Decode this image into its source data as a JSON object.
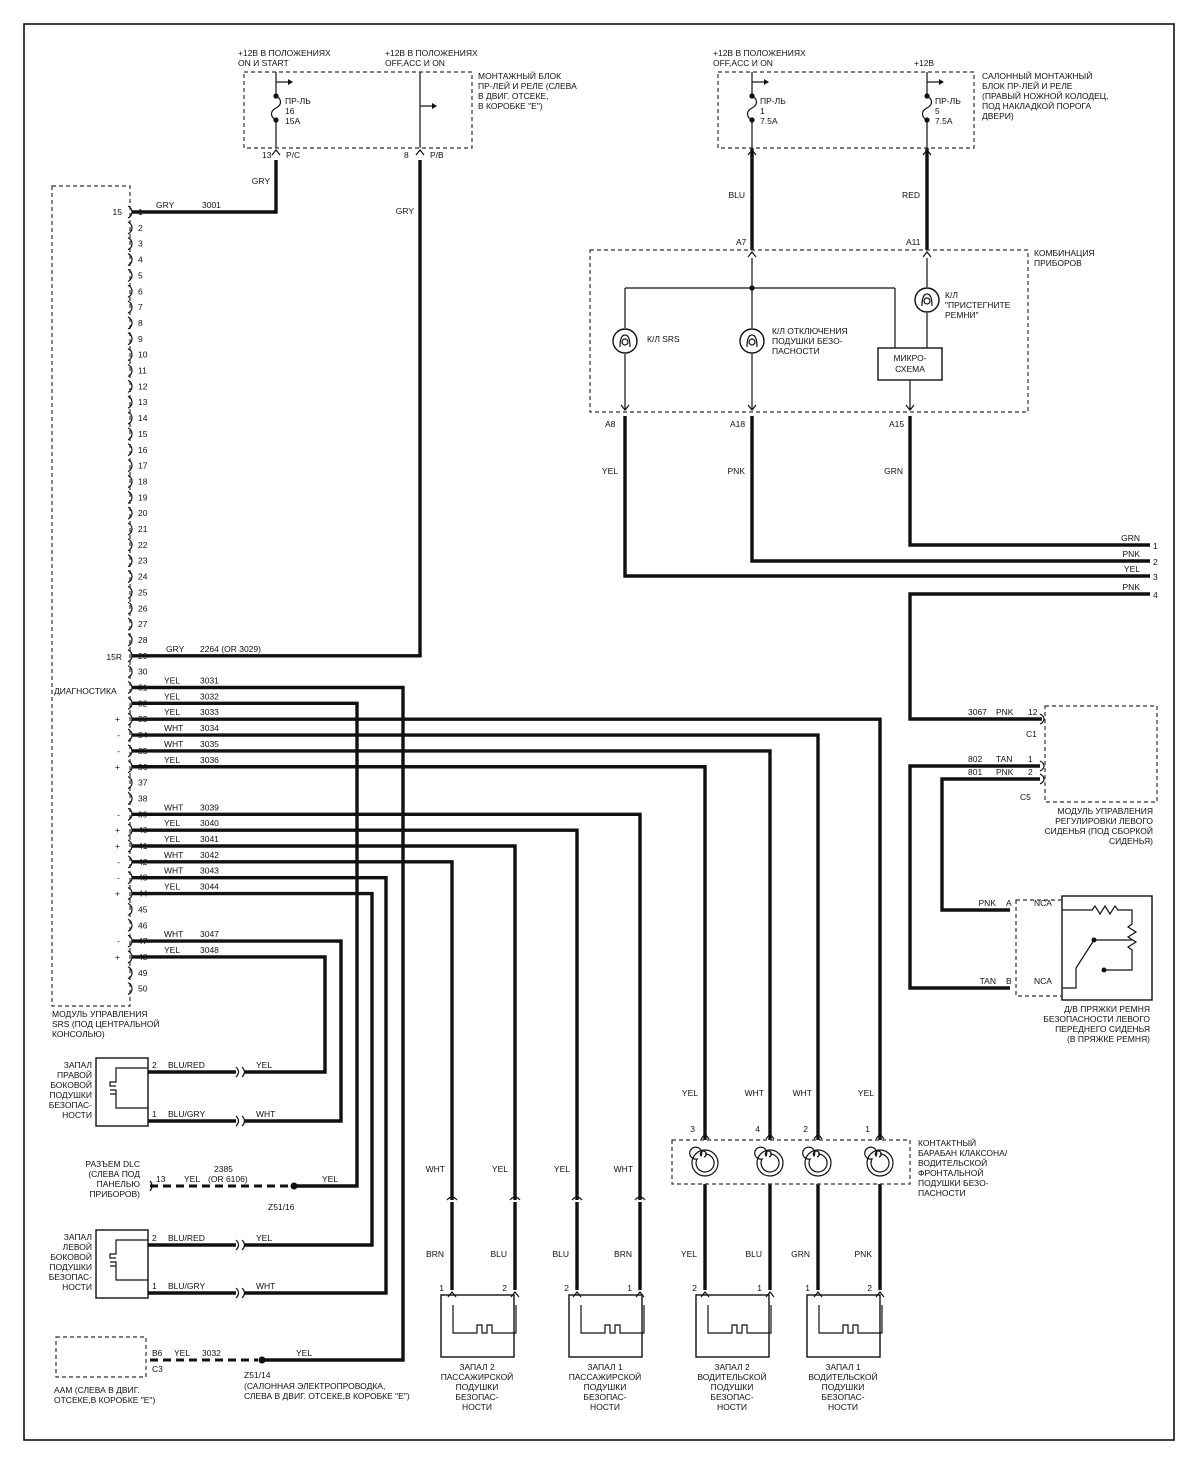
{
  "fuse_block_1": {
    "supply_left": "+12В В ПОЛОЖЕНИЯХ",
    "supply_left_2": "ON И START",
    "supply_right": "+12В В ПОЛОЖЕНИЯХ",
    "supply_right_2": "OFF,ACC И ON",
    "title": [
      "МОНТАЖНЫЙ БЛОК",
      "ПР-ЛЕЙ И РЕЛЕ (СЛЕВА",
      "В ДВИГ. ОТСЕКЕ,",
      "В КОРОБКЕ \"E\")"
    ],
    "fuse": [
      "ПР-ЛЬ",
      "16",
      "15A"
    ],
    "pin_left": "13",
    "pin_left_conn": "P/C",
    "pin_right": "8",
    "pin_right_conn": "P/B"
  },
  "fuse_block_2": {
    "supply_left": "+12В В ПОЛОЖЕНИЯХ",
    "supply_left_2": "OFF,ACC И ON",
    "supply_right": "+12В",
    "title": [
      "САЛОННЫЙ МОНТАЖНЫЙ",
      "БЛОК ПР-ЛЕЙ И РЕЛЕ",
      "(ПРАВЫЙ НОЖНОЙ КОЛОДЕЦ,",
      "ПОД НАКЛАДКОЙ ПОРОГА",
      "ДВЕРИ)"
    ],
    "fuse_1": [
      "ПР-ЛЬ",
      "1",
      "7.5A"
    ],
    "fuse_2": [
      "ПР-ЛЬ",
      "5",
      "7.5A"
    ]
  },
  "wires": {
    "gry": "GRY",
    "blu": "BLU",
    "red": "RED",
    "yel": "YEL",
    "pnk": "PNK",
    "grn": "GRN",
    "wht": "WHT",
    "brn": "BRN",
    "tan": "TAN",
    "blu_red": "BLU/RED",
    "blu_gry": "BLU/GRY"
  },
  "cluster": {
    "title": [
      "КОМБИНАЦИЯ",
      "ПРИБОРОВ"
    ],
    "lamp_srs": "К/Л SRS",
    "lamp_airbag_off": [
      "К/Л ОТКЛЮЧЕНИЯ",
      "ПОДУШКИ БЕЗО-",
      "ПАСНОСТИ"
    ],
    "lamp_belt": [
      "К/Л",
      "\"ПРИСТЕГНИТЕ",
      "РЕМНИ\""
    ],
    "chip": [
      "МИКРО-",
      "СХЕМА"
    ],
    "pin_a7": "A7",
    "pin_a11": "A11",
    "pin_a8": "A8",
    "pin_a18": "A18",
    "pin_a15": "A15"
  },
  "srs_module": {
    "title": [
      "МОДУЛЬ УПРАВЛЕНИЯ",
      "SRS (ПОД ЦЕНТРАЛЬНОЙ",
      "КОНСОЛЬЮ)"
    ],
    "diag": "ДИАГНОСТИКА",
    "label_15": "15",
    "label_15r": "15R",
    "circuit_1": "3001",
    "circuit_29": "2264 (OR 3029)",
    "pins": [
      "1",
      "2",
      "3",
      "4",
      "5",
      "6",
      "7",
      "8",
      "9",
      "10",
      "11",
      "12",
      "13",
      "14",
      "15",
      "16",
      "17",
      "18",
      "19",
      "20",
      "21",
      "22",
      "23",
      "24",
      "25",
      "26",
      "27",
      "28",
      "29",
      "30",
      "31",
      "32",
      "33",
      "34",
      "35",
      "36",
      "37",
      "38",
      "39",
      "40",
      "41",
      "42",
      "43",
      "44",
      "45",
      "46",
      "47",
      "48",
      "49",
      "50"
    ],
    "signal_rows": [
      {
        "pin": "31",
        "color": "YEL",
        "circuit": "3031",
        "sign": ""
      },
      {
        "pin": "32",
        "color": "YEL",
        "circuit": "3032",
        "sign": ""
      },
      {
        "pin": "33",
        "color": "YEL",
        "circuit": "3033",
        "sign": "+"
      },
      {
        "pin": "34",
        "color": "WHT",
        "circuit": "3034",
        "sign": "-"
      },
      {
        "pin": "35",
        "color": "WHT",
        "circuit": "3035",
        "sign": "-"
      },
      {
        "pin": "36",
        "color": "YEL",
        "circuit": "3036",
        "sign": "+"
      },
      {
        "pin": "39",
        "color": "WHT",
        "circuit": "3039",
        "sign": "-"
      },
      {
        "pin": "40",
        "color": "YEL",
        "circuit": "3040",
        "sign": "+"
      },
      {
        "pin": "41",
        "color": "YEL",
        "circuit": "3041",
        "sign": "+"
      },
      {
        "pin": "42",
        "color": "WHT",
        "circuit": "3042",
        "sign": "-"
      },
      {
        "pin": "43",
        "color": "WHT",
        "circuit": "3043",
        "sign": "-"
      },
      {
        "pin": "44",
        "color": "YEL",
        "circuit": "3044",
        "sign": "+"
      },
      {
        "pin": "47",
        "color": "WHT",
        "circuit": "3047",
        "sign": "-"
      },
      {
        "pin": "48",
        "color": "YEL",
        "circuit": "3048",
        "sign": "+"
      }
    ]
  },
  "side_conn": {
    "pin_1": "1",
    "pin_2": "2",
    "pin_3": "3",
    "pin_4": "4"
  },
  "seat_module": {
    "title": [
      "МОДУЛЬ УПРАВЛЕНИЯ",
      "РЕГУЛИРОВКИ ЛЕВОГО",
      "СИДЕНЬЯ (ПОД СБОРКОЙ",
      "СИДЕНЬЯ)"
    ],
    "row_1": {
      "circuit": "3067",
      "color": "PNK",
      "pin": "12"
    },
    "row_2": {
      "circuit": "802",
      "color": "TAN",
      "pin": "1"
    },
    "row_3": {
      "circuit": "801",
      "color": "PNK",
      "pin": "2"
    },
    "conn_c1": "C1",
    "conn_c5": "C5"
  },
  "buckle": {
    "title": [
      "Д/В ПРЯЖКИ РЕМНЯ",
      "БЕЗОПАСНОСТИ ЛЕВОГО",
      "ПЕРЕДНЕГО СИДЕНЬЯ",
      "(В ПРЯЖКЕ РЕМНЯ)"
    ],
    "pin_a": "A",
    "pin_b": "B",
    "nca": "NCA"
  },
  "clockspring": {
    "title": [
      "КОНТАКТНЫЙ",
      "БАРАБАН КЛАКСОНА/",
      "ВОДИТЕЛЬСКОЙ",
      "ФРОНТАЛЬНОЙ",
      "ПОДУШКИ БЕЗО-",
      "ПАСНОСТИ"
    ]
  },
  "right_side_airbag": {
    "title": [
      "ЗАПАЛ",
      "ПРАВОЙ",
      "БОКОВОЙ",
      "ПОДУШКИ",
      "БЕЗОПАС-",
      "НОСТИ"
    ]
  },
  "left_side_airbag": {
    "title": [
      "ЗАПАЛ",
      "ЛЕВОЙ",
      "БОКОВОЙ",
      "ПОДУШКИ",
      "БЕЗОПАС-",
      "НОСТИ"
    ]
  },
  "dlc": {
    "title": [
      "РАЗЪЕМ DLC",
      "(СЛЕВА ПОД",
      "ПАНЕЛЬЮ",
      "ПРИБОРОВ)"
    ],
    "pin": "13",
    "circuit": "2385",
    "circuit_alt": "(OR 6106)",
    "splice": "Z51/16"
  },
  "aam": {
    "title": [
      "AAM (СЛЕВА В ДВИГ.",
      "ОТСЕКЕ,В КОРОБКЕ \"E\")"
    ],
    "pin": "B6",
    "conn": "C3",
    "circuit": "3032",
    "splice": "Z51/14",
    "splice_desc": [
      "(САЛОННАЯ ЭЛЕКТРОПРОВОДКА,",
      "СЛЕВА В ДВИГ. ОТСЕКЕ,В КОРОБКЕ \"E\")"
    ]
  },
  "squibs": {
    "pass2": [
      "ЗАПАЛ 2",
      "ПАССАЖИРСКОЙ",
      "ПОДУШКИ",
      "БЕЗОПАС-",
      "НОСТИ"
    ],
    "pass1": [
      "ЗАПАЛ 1",
      "ПАССАЖИРСКОЙ",
      "ПОДУШКИ",
      "БЕЗОПАС-",
      "НОСТИ"
    ],
    "drv2": [
      "ЗАПАЛ 2",
      "ВОДИТЕЛЬСКОЙ",
      "ПОДУШКИ",
      "БЕЗОПАС-",
      "НОСТИ"
    ],
    "drv1": [
      "ЗАПАЛ 1",
      "ВОДИТЕЛЬСКОЙ",
      "ПОДУШКИ",
      "БЕЗОПАС-",
      "НОСТИ"
    ]
  }
}
